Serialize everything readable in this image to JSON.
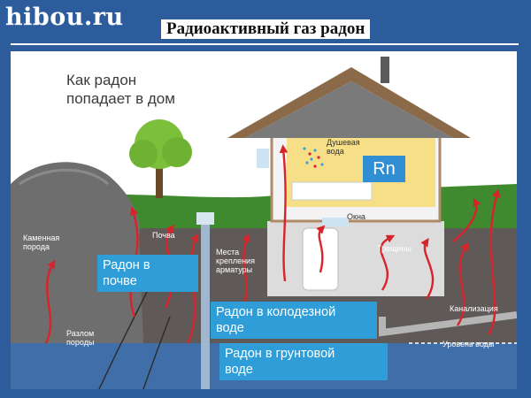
{
  "header": {
    "site_logo": "hibou.ru",
    "page_title": "Радиоактивный газ радон"
  },
  "diagram": {
    "heading_line1": "Как радон",
    "heading_line2": "попадает в дом",
    "rn_badge": "Rn",
    "callouts": {
      "soil": [
        "Радон в",
        "почве"
      ],
      "well": [
        "Радон в колодезной",
        "воде"
      ],
      "ground": [
        "Радон в грунтовой",
        "воде"
      ]
    },
    "labels": {
      "stone": [
        "Каменная",
        "порода"
      ],
      "soil": "Почва",
      "fault": [
        "Разлом",
        "породы"
      ],
      "shower": [
        "Душевая",
        "вода"
      ],
      "windows": "Окна",
      "joints": [
        "Места",
        "крепления",
        "арматуры"
      ],
      "cracks": "Трещины",
      "sewer": "Канализация",
      "water_level": "Уровень воды"
    },
    "colors": {
      "sky": "#ffffff",
      "grass": "#3f8a2e",
      "soil": "#5f5a58",
      "groundwater": "#3f6ea8",
      "radon_arrow": "#d8232a",
      "callout": "#2f9ed8"
    }
  }
}
